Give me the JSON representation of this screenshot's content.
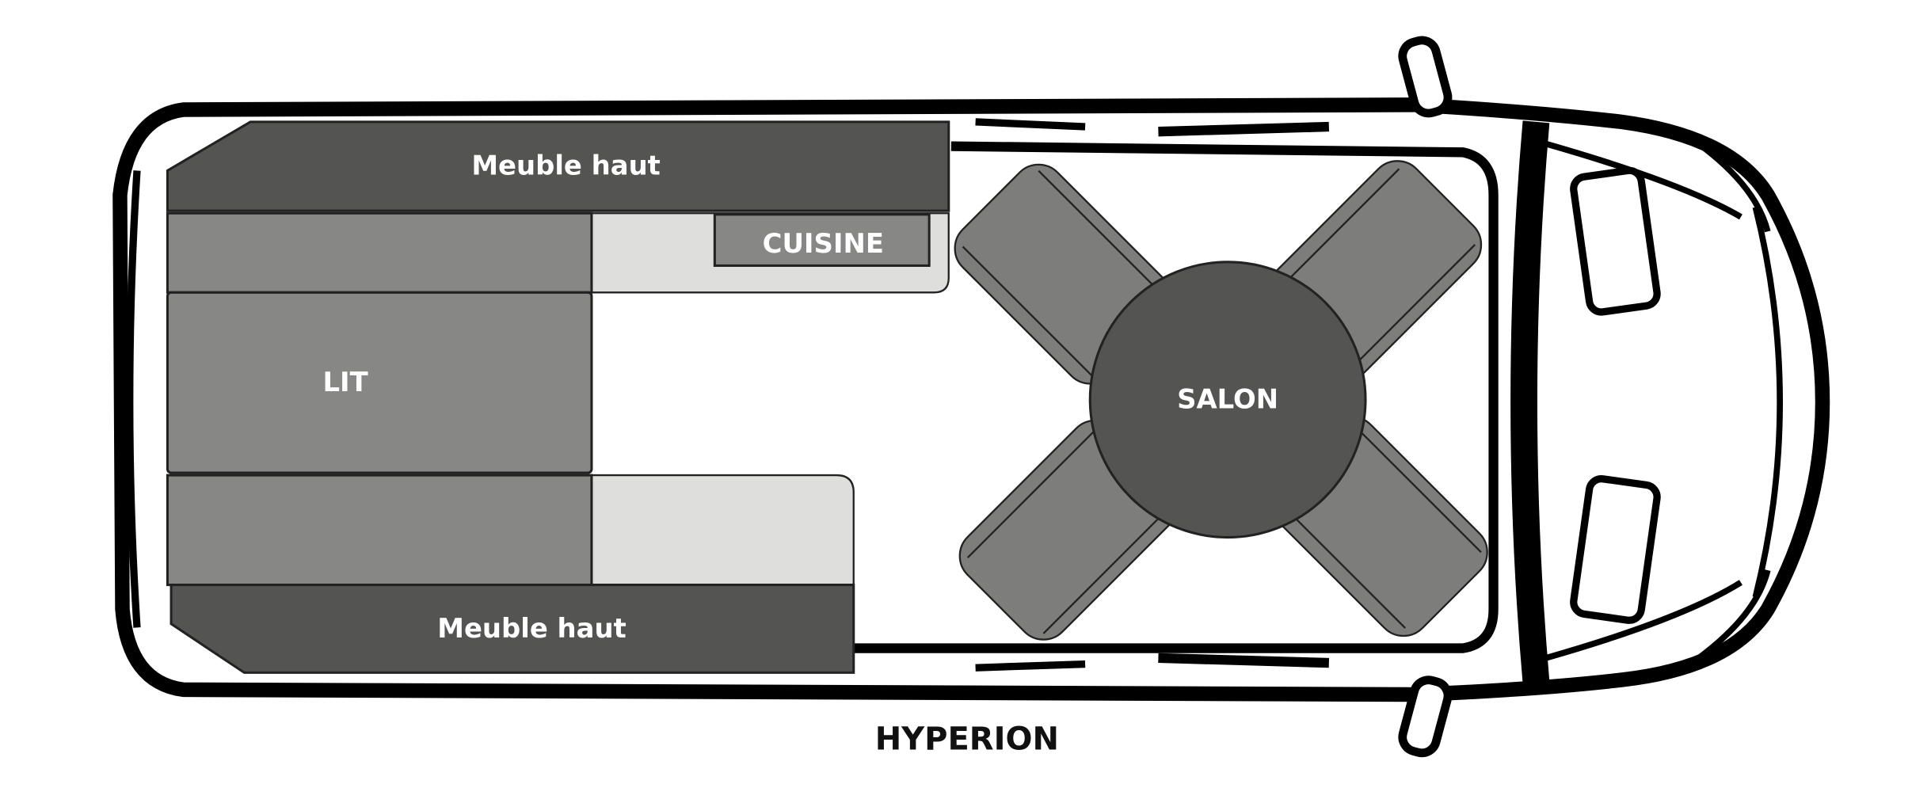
{
  "plan": {
    "title": "HYPERION",
    "zones": {
      "top_cabinet": "Meuble haut",
      "kitchen": "CUISINE",
      "bed": "LIT",
      "lounge": "SALON",
      "bottom_cabinet": "Meuble haut"
    }
  },
  "colors": {
    "cabinet": "#545453",
    "bed": "#878886",
    "counter": "#dededc",
    "seat": "#7d7d7c",
    "outline": "#000000"
  }
}
